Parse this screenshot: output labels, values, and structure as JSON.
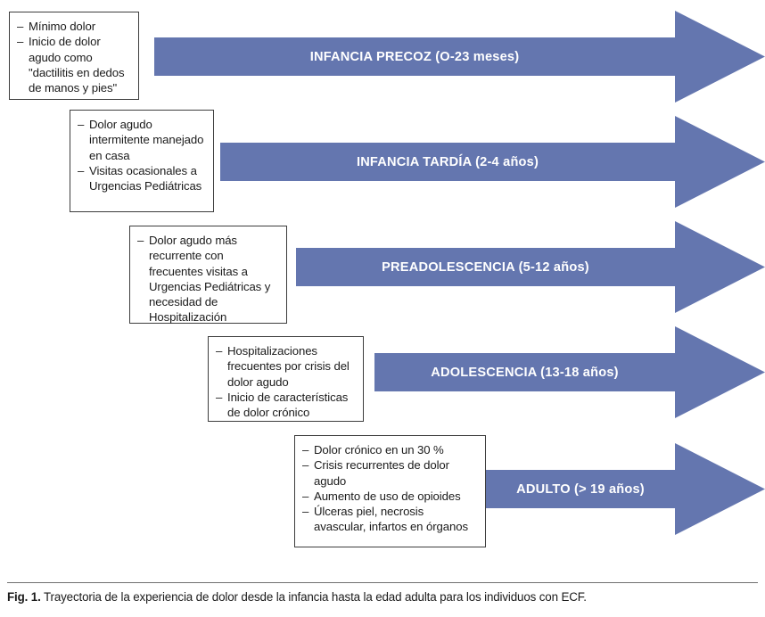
{
  "figure": {
    "caption_label": "Fig. 1.",
    "caption_text": "Trayectoria de la experiencia de dolor desde la infancia hasta la edad adulta para los individuos con ECF.",
    "arrow_color": "#6476AF",
    "box_border_color": "#3d3d3d",
    "text_color": "#1b1b1b"
  },
  "stages": [
    {
      "arrow_label": "INFANCIA PRECOZ (O-23 meses)",
      "bullets": [
        "Mínimo dolor",
        "Inicio de dolor agudo como \"dactilitis en dedos de manos y pies\""
      ]
    },
    {
      "arrow_label": "INFANCIA TARDÍA (2-4 años)",
      "bullets": [
        "Dolor agudo intermitente manejado en casa",
        "Visitas ocasionales a Urgencias Pediátricas"
      ]
    },
    {
      "arrow_label": "PREADOLESCENCIA (5-12 años)",
      "bullets": [
        "Dolor agudo más recurrente con frecuentes visitas a Urgencias Pediátricas y necesidad de Hospitalización"
      ]
    },
    {
      "arrow_label": "ADOLESCENCIA (13-18 años)",
      "bullets": [
        "Hospitalizaciones frecuentes por crisis del dolor agudo",
        "Inicio de características de dolor crónico"
      ]
    },
    {
      "arrow_label": "ADULTO (> 19 años)",
      "bullets": [
        "Dolor crónico en un 30 %",
        "Crisis recurrentes de dolor agudo",
        "Aumento de uso de opioides",
        "Úlceras piel, necrosis avascular, infartos en órganos"
      ]
    }
  ]
}
